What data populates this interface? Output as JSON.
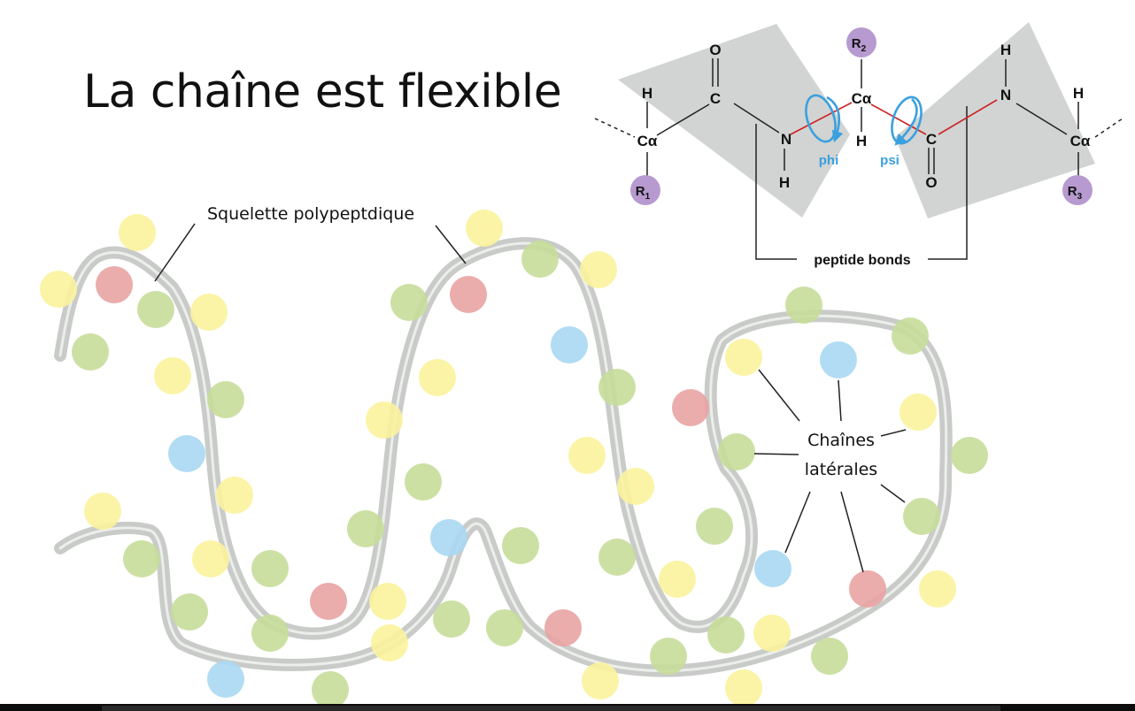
{
  "title": "La chaîne est flexible",
  "labels": {
    "backbone": "Squelette polypeptdique",
    "side_chains_line1": "Chaînes",
    "side_chains_line2": "latérales"
  },
  "peptide_diagram": {
    "alpha_carbon": "Cα",
    "r_groups": [
      {
        "main": "R",
        "sub": "1"
      },
      {
        "main": "R",
        "sub": "2"
      },
      {
        "main": "R",
        "sub": "3"
      }
    ],
    "atoms": {
      "carbon": "C",
      "nitrogen": "N",
      "oxygen": "O",
      "hydrogen": "H"
    },
    "angles": {
      "phi": "phi",
      "psi": "psi"
    },
    "peptide_bonds_label": "peptide bonds"
  },
  "colors": {
    "backbone": "#c9cbc9",
    "backbone_highlight": "#eceeec",
    "yellow": "#fbf39c",
    "green": "#c7dd9a",
    "red": "#e9a3a3",
    "blue": "#a9d8f2",
    "plane": "#cfd2d1",
    "r_group": "#b79ad0",
    "rotation": "#3aa0df",
    "red_bond": "#cc2222"
  }
}
